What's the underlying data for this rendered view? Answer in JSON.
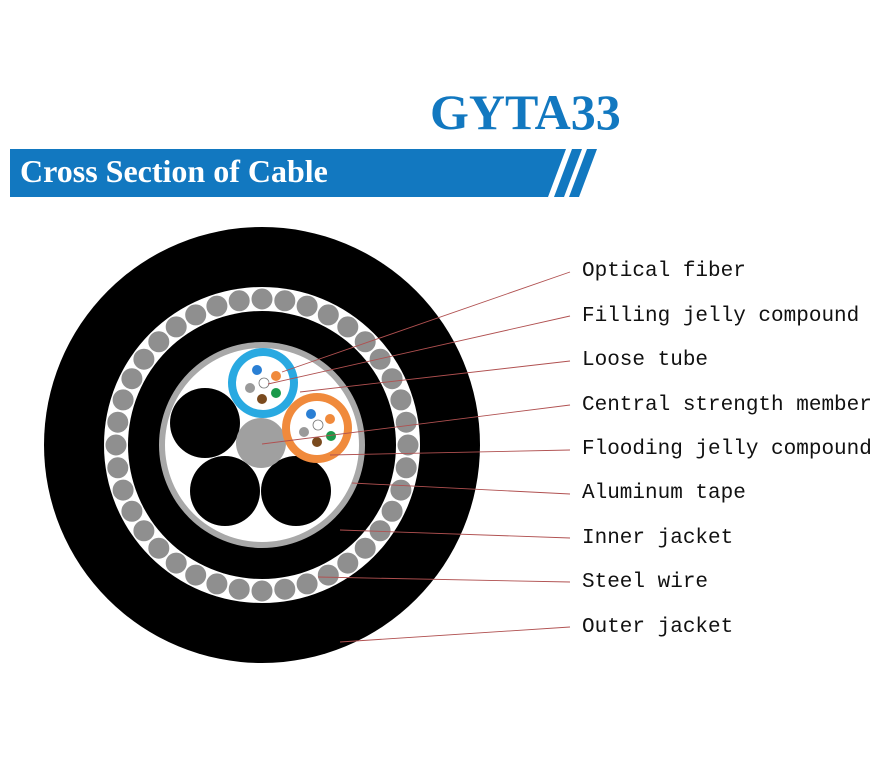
{
  "title": "GYTA33",
  "banner": {
    "text": "Cross Section of Cable"
  },
  "labels": [
    "Optical fiber",
    "Filling jelly compound",
    "Loose tube",
    "Central strength member",
    "Flooding jelly compound",
    "Aluminum tape",
    "Inner jacket",
    "Steel wire",
    "Outer jacket"
  ],
  "colors": {
    "brand_blue": "#1278c0",
    "jacket": "#000000",
    "steel_wire": "#8f8f8f",
    "aluminum_tape": "#a8a8a8",
    "central_member": "#a0a0a0",
    "tube_blue": "#29a9e1",
    "tube_orange": "#f08a3c",
    "leader_line": "#b05050",
    "fiber_colors": [
      "#2a7fd4",
      "#f08a3c",
      "#1a9a4a",
      "#7a4a1e",
      "#9a9a9a",
      "#ffffff"
    ]
  }
}
